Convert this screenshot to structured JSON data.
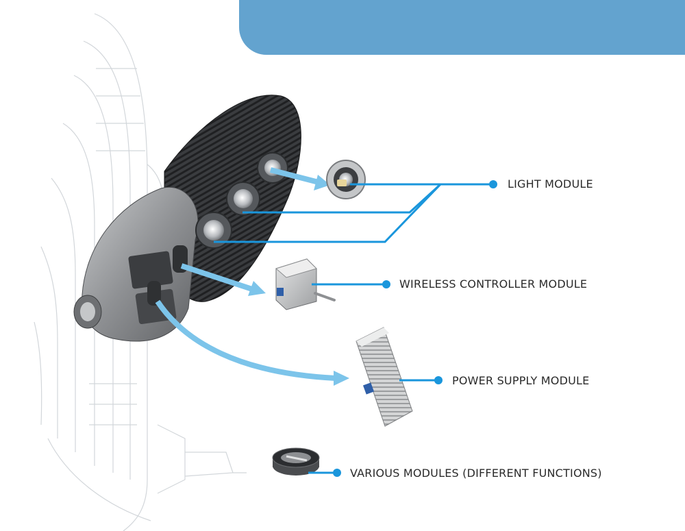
{
  "colors": {
    "banner": "#63a3cf",
    "leader_line": "#1a96dc",
    "arrow": "#7cc4ea",
    "housing": "#8d8f92",
    "heatsink": "#2e3033",
    "outline_sketch": "#d2d6da",
    "label_text": "#2a2a2a"
  },
  "icons": {
    "light_module": "led-ring-icon",
    "wireless_module": "controller-box-icon",
    "power_module": "finned-psu-icon",
    "various_module": "round-puck-icon"
  },
  "labels": {
    "light_module": "LIGHT MODULE",
    "wireless_module": "WIRELESS CONTROLLER MODULE",
    "power_module": "POWER SUPPLY MODULE",
    "various_module": "VARIOUS MODULES (DIFFERENT FUNCTIONS)"
  }
}
